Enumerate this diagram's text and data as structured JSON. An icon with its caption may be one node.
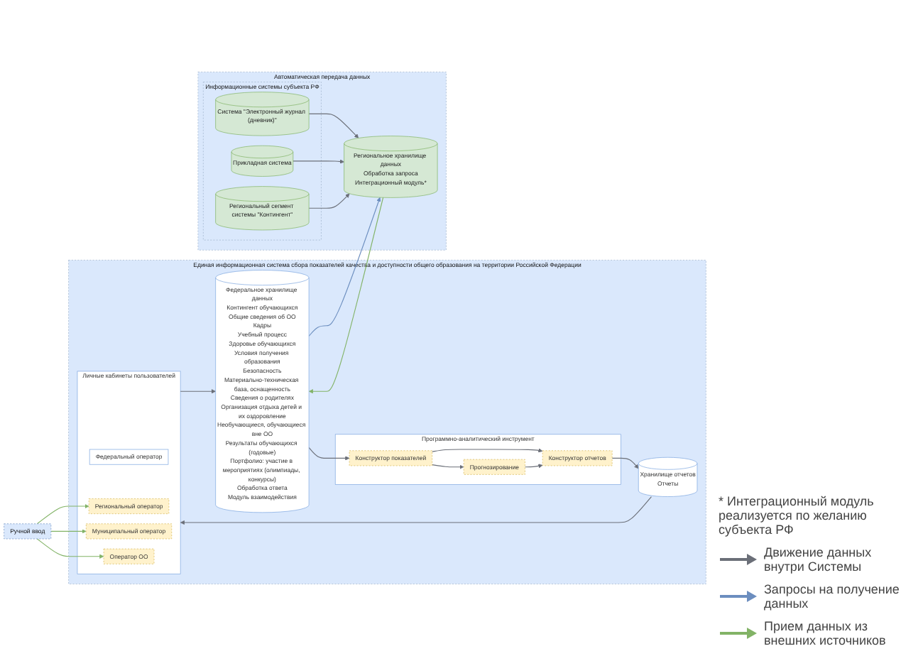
{
  "diagram": {
    "nodes": [
      {
        "text": [
          "Единая информационная система сбора показателей качества и доступности общего образования на территории Российской Федерации"
        ]
      },
      {
        "text": [
          "Личные кабинеты пользователей"
        ],
        "in": 0
      },
      {
        "text": [
          "Федеральный оператор"
        ],
        "in": 1
      },
      {
        "text": [
          "Региональный оператор"
        ],
        "in": 1
      },
      {
        "text": [
          "Муниципальный оператор"
        ],
        "in": 1
      },
      {
        "text": [
          "Оператор ОО"
        ],
        "in": 1
      },
      {
        "text": [
          "Хранилище отчетов",
          "Отчеты"
        ],
        "in": 0
      },
      {
        "text": [
          "Федеральное хранилище данных",
          "Контингент обучающихся",
          "Общие сведения об ОО",
          "Кадры",
          "Учебный процесс",
          "Здоровье обучающихся",
          "Условия получения образования",
          "Безопасность",
          "Материально-техническая база, оснащенность",
          "Сведения о родителях",
          "Организация отдыха детей и их оздоровление",
          "Необучающиеся, обучающиеся вне ОО",
          "Результаты обучающихся (годовые)",
          "Портфолио: участие в мероприятиях (олимпиады, конкурсы)",
          "Обработка ответа",
          "Модуль взаимодействия"
        ],
        "in": 0
      },
      {
        "text": [
          "Ручной ввод"
        ]
      },
      {
        "text": [
          "Программно-аналитический инструмент"
        ],
        "in": 0
      },
      {
        "text": [
          "Конструктор показателей"
        ],
        "in": 9
      },
      {
        "text": [
          "Прогнозирование"
        ],
        "in": 9
      },
      {
        "text": [
          "Конструктор отчетов"
        ],
        "in": 9
      },
      {
        "text": [
          "Автоматическая передача данных"
        ]
      },
      {
        "text": [
          "Информационные системы субъекта РФ"
        ],
        "in": 13
      },
      {
        "text": [
          "Система \"Электронный журнал (дневник)\""
        ],
        "in": 14
      },
      {
        "text": [
          "Прикладная система"
        ],
        "in": 14
      },
      {
        "text": [
          "Региональный сегмент системы \"Контингент\""
        ],
        "in": 14
      },
      {
        "text": [
          "Региональное хранилище данных",
          "Обработка запроса",
          "Интеграционный модуль*"
        ],
        "in": 13
      }
    ],
    "edges": [
      {
        "from": 8,
        "to": 3,
        "arrow": "to",
        "color": "#82b366"
      },
      {
        "from": 8,
        "to": 4,
        "arrow": "to",
        "color": "#82b366"
      },
      {
        "from": 8,
        "to": 5,
        "arrow": "to",
        "color": "#82b366"
      },
      {
        "from": 6,
        "to": 1,
        "arrow": "to"
      },
      {
        "from": 1,
        "to": 7,
        "arrow": "to"
      },
      {
        "from": 7,
        "to": 10,
        "arrow": "to"
      },
      {
        "from": 10,
        "to": 11,
        "arrow": "to"
      },
      {
        "from": 10,
        "to": 12,
        "arrow": "to"
      },
      {
        "from": 11,
        "to": 12,
        "arrow": "to"
      },
      {
        "from": 12,
        "to": 6,
        "arrow": "to"
      },
      {
        "from": 15,
        "to": 18,
        "arrow": "to"
      },
      {
        "from": 16,
        "to": 18,
        "arrow": "to"
      },
      {
        "from": 17,
        "to": 18,
        "arrow": "to"
      },
      {
        "from": 7,
        "to": 18,
        "arrow": "to",
        "color": "#6c8ebf"
      },
      {
        "from": 18,
        "to": 7,
        "arrow": "to",
        "color": "#82b366"
      }
    ],
    "labels": [
      "* Интеграционный модуль реализуется по желанию субъекта РФ"
    ],
    "legend": [
      {
        "text": "Движение данных внутри Системы",
        "color": "#6b6f78"
      },
      {
        "text": "Запросы на получение данных",
        "color": "#6c8ebf"
      },
      {
        "text": "Прием данных из внешних источников",
        "color": "#82b366"
      }
    ]
  }
}
